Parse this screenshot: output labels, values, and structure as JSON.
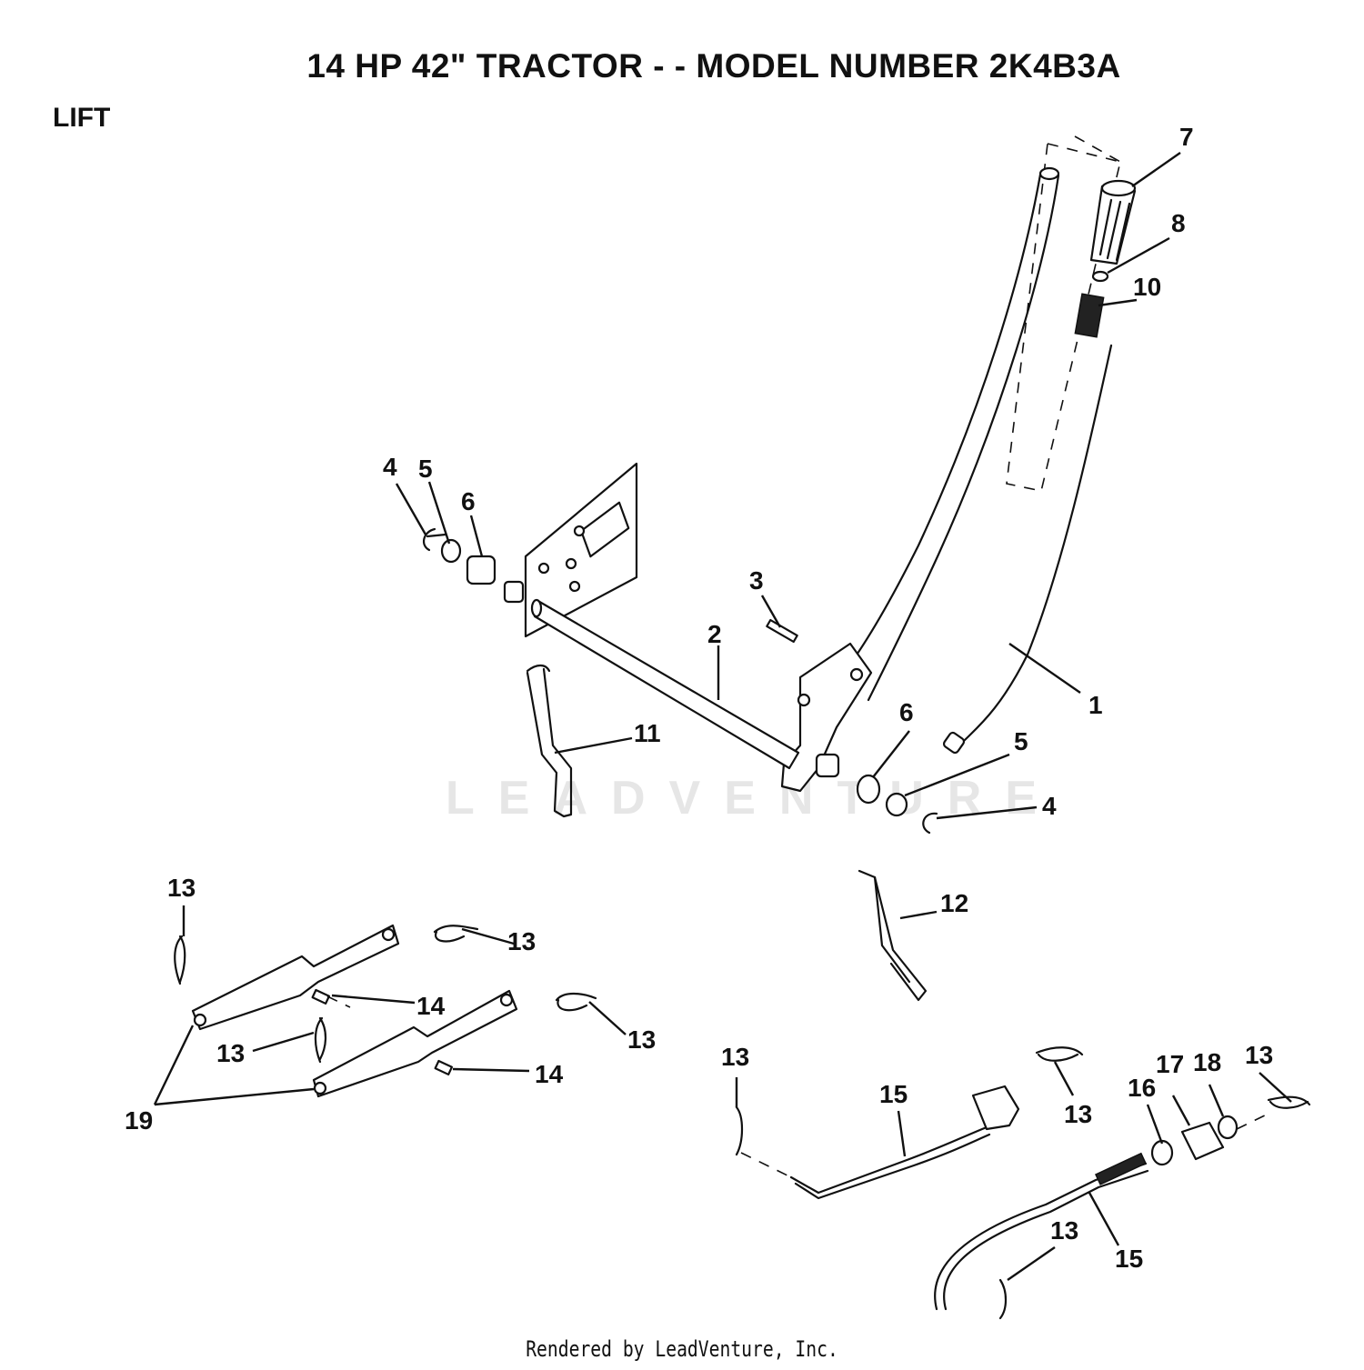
{
  "title": "14 HP 42\" TRACTOR - - MODEL NUMBER 2K4B3A",
  "section": "LIFT",
  "footer": "Rendered by LeadVenture, Inc.",
  "watermark": "LEADVENTURE",
  "callouts": [
    "7",
    "8",
    "10",
    "4",
    "5",
    "6",
    "3",
    "2",
    "1",
    "11",
    "6",
    "5",
    "4",
    "13",
    "13",
    "12",
    "14",
    "13",
    "13",
    "14",
    "19",
    "13",
    "15",
    "13",
    "16",
    "17",
    "18",
    "13",
    "13",
    "15"
  ]
}
